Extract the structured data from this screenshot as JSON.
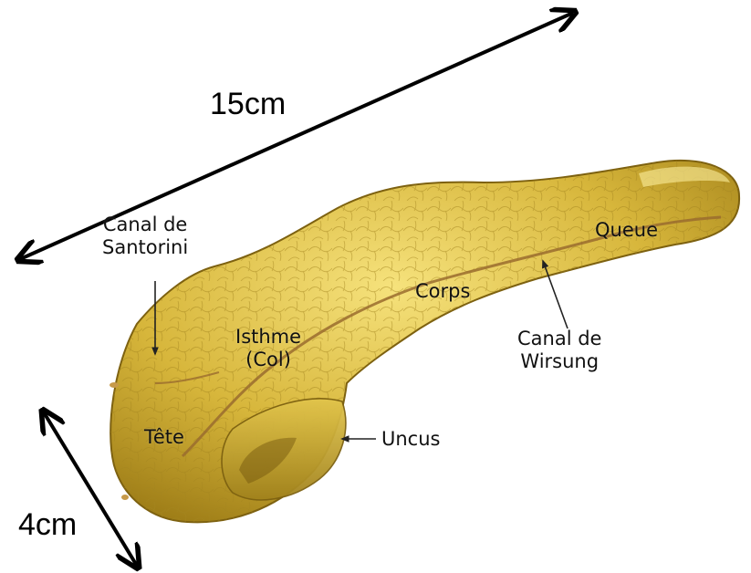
{
  "dimensions": {
    "length_label": "15cm",
    "width_label": "4cm"
  },
  "labels": {
    "canal_santorini": [
      "Canal de",
      "Santorini"
    ],
    "queue": "Queue",
    "corps": "Corps",
    "isthme": [
      "Isthme",
      "(Col)"
    ],
    "canal_wirsung": [
      "Canal de",
      "Wirsung"
    ],
    "tete": "Tête",
    "uncus": "Uncus"
  },
  "colors": {
    "organ_fill": "#d4b437",
    "organ_dark": "#8a6d10",
    "organ_light": "#f1da6a",
    "duct": "#9a6c2e",
    "arrow": "#000000"
  }
}
